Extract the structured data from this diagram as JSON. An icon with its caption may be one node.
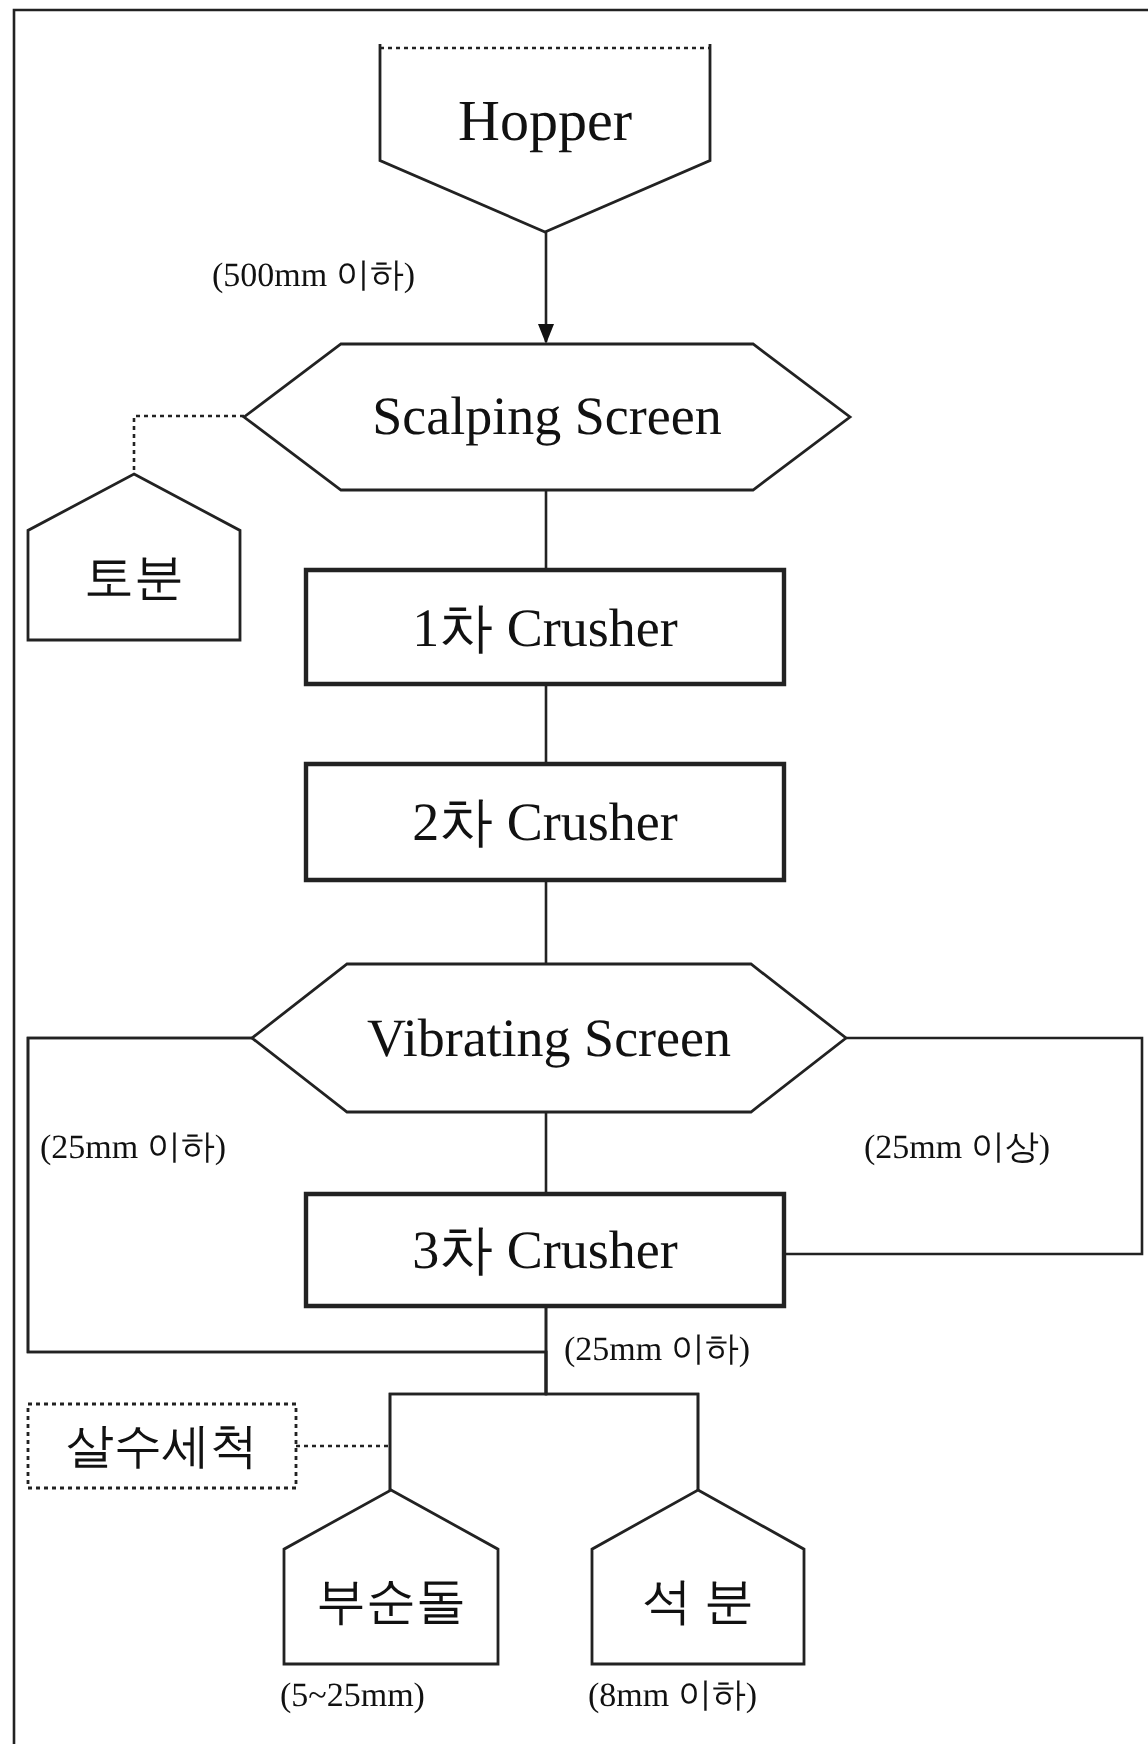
{
  "diagram": {
    "nodes": [
      {
        "text": [
          "Hopper"
        ]
      },
      {
        "text": [
          "Scalping Screen"
        ]
      },
      {
        "text": [
          "토분"
        ]
      },
      {
        "text": [
          "1차 Crusher"
        ]
      },
      {
        "text": [
          "2차 Crusher"
        ]
      },
      {
        "text": [
          "Vibrating Screen"
        ]
      },
      {
        "text": [
          "3차 Crusher"
        ]
      },
      {
        "text": [
          "살수세척"
        ]
      },
      {
        "text": [
          "부순돌"
        ],
        "beside": [
          "(5~25mm)"
        ]
      },
      {
        "text": [
          "석 분"
        ],
        "beside": [
          "(8mm 이하)"
        ]
      }
    ],
    "edges": [
      {
        "from": 0,
        "to": 1,
        "arrow": "to",
        "label": "(500mm 이하)"
      },
      {
        "from": 1,
        "to": 2,
        "arrow": "none",
        "style": "dashed"
      },
      {
        "from": 1,
        "to": 3,
        "arrow": "none"
      },
      {
        "from": 3,
        "to": 4,
        "arrow": "none"
      },
      {
        "from": 4,
        "to": 5,
        "arrow": "none"
      },
      {
        "from": 5,
        "to": 6,
        "arrow": "none"
      },
      {
        "from": 5,
        "to": 6,
        "arrow": "none",
        "label": "(25mm 이상)"
      },
      {
        "from": 5,
        "to": 8,
        "arrow": "none",
        "label": "(25mm 이하)"
      },
      {
        "from": 5,
        "to": 9,
        "arrow": "none"
      },
      {
        "from": 6,
        "to": 8,
        "arrow": "none",
        "label": "(25mm 이하)"
      },
      {
        "from": 6,
        "to": 9,
        "arrow": "none"
      },
      {
        "from": 7,
        "to": null,
        "arrow": "none",
        "style": "dashed"
      }
    ]
  }
}
